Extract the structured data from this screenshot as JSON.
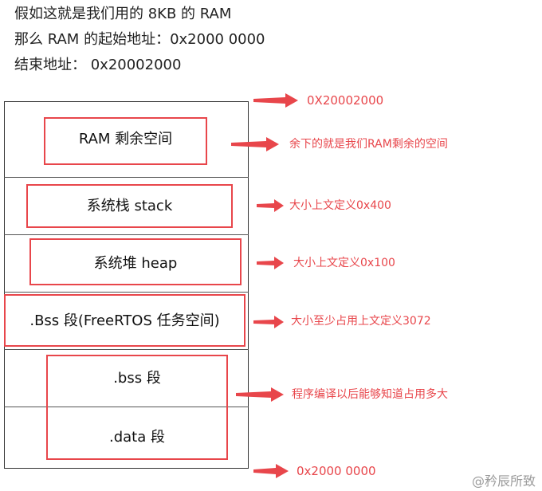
{
  "intro": {
    "line1": "假如这就是我们用的 8KB 的 RAM",
    "line2": "那么 RAM 的起始地址：0x2000 0000",
    "line3": "结束地址：   0x20002000"
  },
  "regions": [
    {
      "label": "RAM 剩余空间",
      "note": "余下的就是我们RAM剩余的空间"
    },
    {
      "label": "系统栈 stack",
      "note": "大小上文定义0x400"
    },
    {
      "label": "系统堆 heap",
      "note": "大小上文定义0x100"
    },
    {
      "label": ".Bss 段(FreeRTOS 任务空间)",
      "note": "大小至少占用上文定义3072"
    },
    {
      "label": ".bss  段"
    },
    {
      "label": ".data  段"
    }
  ],
  "compile_note": "程序编译以后能够知道占用多大",
  "addresses": {
    "top": "0X20002000",
    "bottom": "0x2000 0000"
  },
  "watermark": "@矜辰所致",
  "colors": {
    "accent": "#e8464b"
  }
}
